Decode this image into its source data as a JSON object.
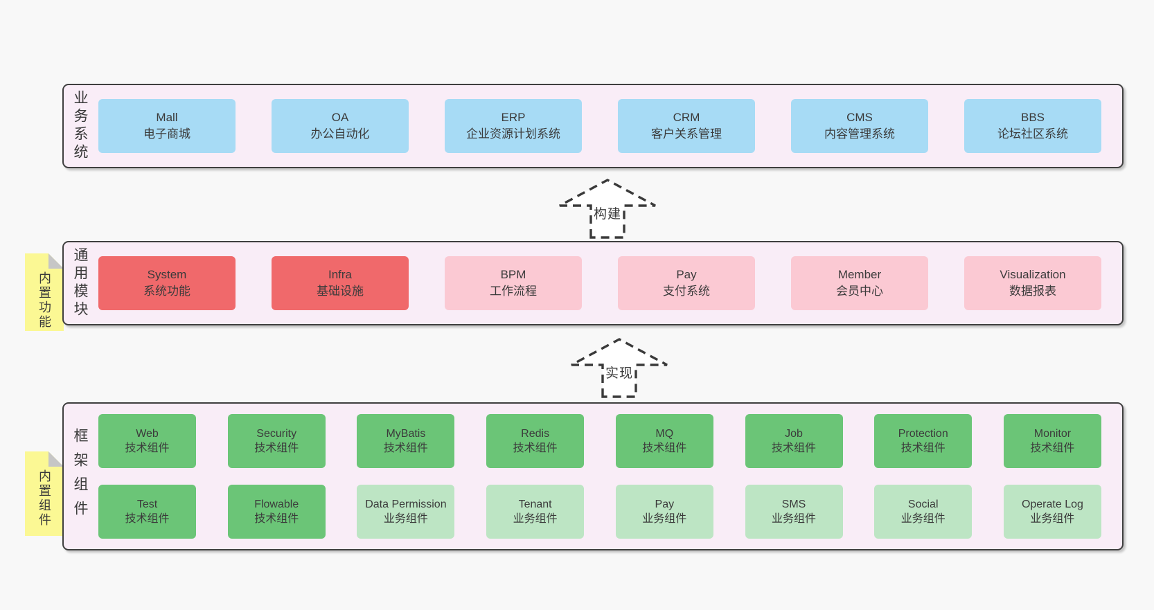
{
  "colors": {
    "page-bg": "#f8f8f8",
    "band-bg": "#f9edf7",
    "band-border": "#3f3f3f",
    "text": "#3b3b3b",
    "blue": "#a7dbf5",
    "red": "#f0696b",
    "pink": "#fbc9d3",
    "green": "#6bc577",
    "light-green": "#bde5c4",
    "sticky-yellow": "#fbf894",
    "fold-gray": "#c6c6c6",
    "arrow-fill": "#ffffff",
    "arrow-stroke": "#3a3a3a"
  },
  "bands": {
    "business": {
      "label": "业务系统",
      "boxes": [
        {
          "title": "Mall",
          "subtitle": "电子商城"
        },
        {
          "title": "OA",
          "subtitle": "办公自动化"
        },
        {
          "title": "ERP",
          "subtitle": "企业资源计划系统"
        },
        {
          "title": "CRM",
          "subtitle": "客户关系管理"
        },
        {
          "title": "CMS",
          "subtitle": "内容管理系统"
        },
        {
          "title": "BBS",
          "subtitle": "论坛社区系统"
        }
      ]
    },
    "modules": {
      "label": "通用模块",
      "sticky": "内置功能",
      "boxes": [
        {
          "title": "System",
          "subtitle": "系统功能",
          "variant": "red"
        },
        {
          "title": "Infra",
          "subtitle": "基础设施",
          "variant": "red"
        },
        {
          "title": "BPM",
          "subtitle": "工作流程",
          "variant": "pink"
        },
        {
          "title": "Pay",
          "subtitle": "支付系统",
          "variant": "pink"
        },
        {
          "title": "Member",
          "subtitle": "会员中心",
          "variant": "pink"
        },
        {
          "title": "Visualization",
          "subtitle": "数据报表",
          "variant": "pink"
        }
      ]
    },
    "framework": {
      "label": "框架组件",
      "sticky": "内置组件",
      "row1": [
        {
          "title": "Web",
          "subtitle": "技术组件"
        },
        {
          "title": "Security",
          "subtitle": "技术组件"
        },
        {
          "title": "MyBatis",
          "subtitle": "技术组件"
        },
        {
          "title": "Redis",
          "subtitle": "技术组件"
        },
        {
          "title": "MQ",
          "subtitle": "技术组件"
        },
        {
          "title": "Job",
          "subtitle": "技术组件"
        },
        {
          "title": "Protection",
          "subtitle": "技术组件"
        },
        {
          "title": "Monitor",
          "subtitle": "技术组件"
        }
      ],
      "row2": [
        {
          "title": "Test",
          "subtitle": "技术组件"
        },
        {
          "title": "Flowable",
          "subtitle": "技术组件"
        },
        {
          "title": "Data Permission",
          "subtitle": "业务组件",
          "variant": "light-green"
        },
        {
          "title": "Tenant",
          "subtitle": "业务组件",
          "variant": "light-green"
        },
        {
          "title": "Pay",
          "subtitle": "业务组件",
          "variant": "light-green"
        },
        {
          "title": "SMS",
          "subtitle": "业务组件",
          "variant": "light-green"
        },
        {
          "title": "Social",
          "subtitle": "业务组件",
          "variant": "light-green"
        },
        {
          "title": "Operate Log",
          "subtitle": "业务组件",
          "variant": "light-green"
        }
      ]
    }
  },
  "arrows": {
    "build": "构建",
    "implement": "实现"
  }
}
